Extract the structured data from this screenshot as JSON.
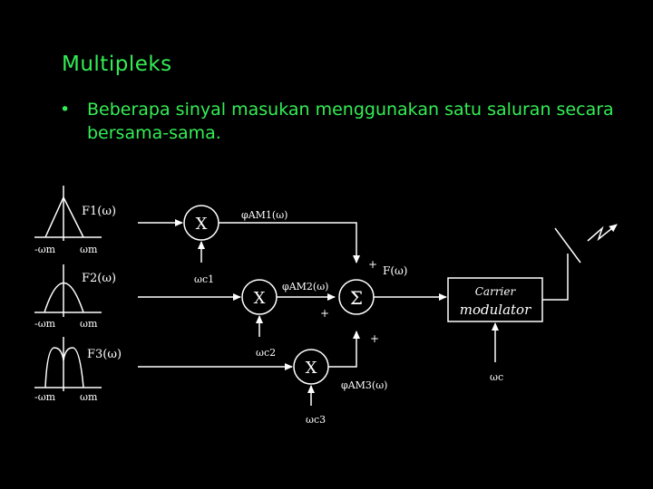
{
  "slide": {
    "title": "Multipleks",
    "bullet_symbol": "•",
    "bullet_text": "Beberapa sinyal masukan menggunakan satu saluran secara bersama-sama."
  },
  "diagram": {
    "spectra": [
      {
        "label": "F1(ω)",
        "neg_tick": "-ωm",
        "pos_tick": "ωm"
      },
      {
        "label": "F2(ω)",
        "neg_tick": "-ωm",
        "pos_tick": "ωm"
      },
      {
        "label": "F3(ω)",
        "neg_tick": "-ωm",
        "pos_tick": "ωm"
      }
    ],
    "multipliers": [
      {
        "symbol": "X",
        "carrier": "ωc1",
        "output": "φAM1(ω)"
      },
      {
        "symbol": "X",
        "carrier": "ωc2",
        "output": "φAM2(ω)"
      },
      {
        "symbol": "X",
        "carrier": "ωc3",
        "output": "φAM3(ω)"
      }
    ],
    "summer": {
      "symbol": "Σ",
      "plus_top": "+",
      "plus_left": "+",
      "plus_bottom": "+",
      "output": "F(ω)"
    },
    "modulator": {
      "line1": "Carrier",
      "line2": "modulator",
      "carrier_input": "ωc"
    }
  },
  "colors": {
    "background": "#000000",
    "text_accent": "#33ee55",
    "diagram_bg": "#000000",
    "diagram_lines": "#ffffff"
  }
}
